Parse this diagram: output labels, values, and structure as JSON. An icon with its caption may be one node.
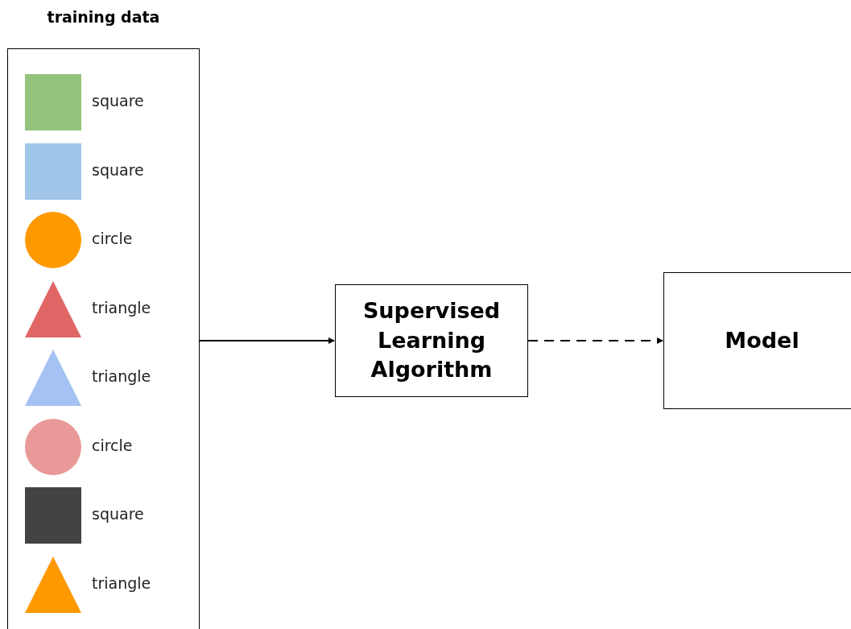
{
  "diagram": {
    "nodes": [
      {
        "text": [
          "training data"
        ]
      },
      {
        "text": [],
        "shape": "box",
        "in": 0,
        "beside": [
          "square"
        ]
      },
      {
        "text": [],
        "shape": "box",
        "in": 0,
        "beside": [
          "square"
        ]
      },
      {
        "text": [],
        "shape": "circle",
        "in": 0,
        "beside": [
          "circle"
        ]
      },
      {
        "text": [],
        "shape": "triangle",
        "in": 0,
        "beside": [
          "triangle"
        ]
      },
      {
        "text": [],
        "shape": "triangle",
        "in": 0,
        "beside": [
          "triangle"
        ]
      },
      {
        "text": [],
        "shape": "circle",
        "in": 0,
        "beside": [
          "circle"
        ]
      },
      {
        "text": [],
        "shape": "box",
        "in": 0,
        "beside": [
          "square"
        ]
      },
      {
        "text": [],
        "shape": "triangle",
        "in": 0,
        "beside": [
          "triangle"
        ]
      },
      {
        "text": [
          "Supervised Learning Algorithm"
        ]
      },
      {
        "text": [
          "Model"
        ]
      }
    ],
    "edges": [
      {
        "from": 0,
        "to": 9,
        "arrow": "to"
      },
      {
        "from": 9,
        "to": 10,
        "arrow": "to",
        "style": "dashed"
      }
    ]
  }
}
